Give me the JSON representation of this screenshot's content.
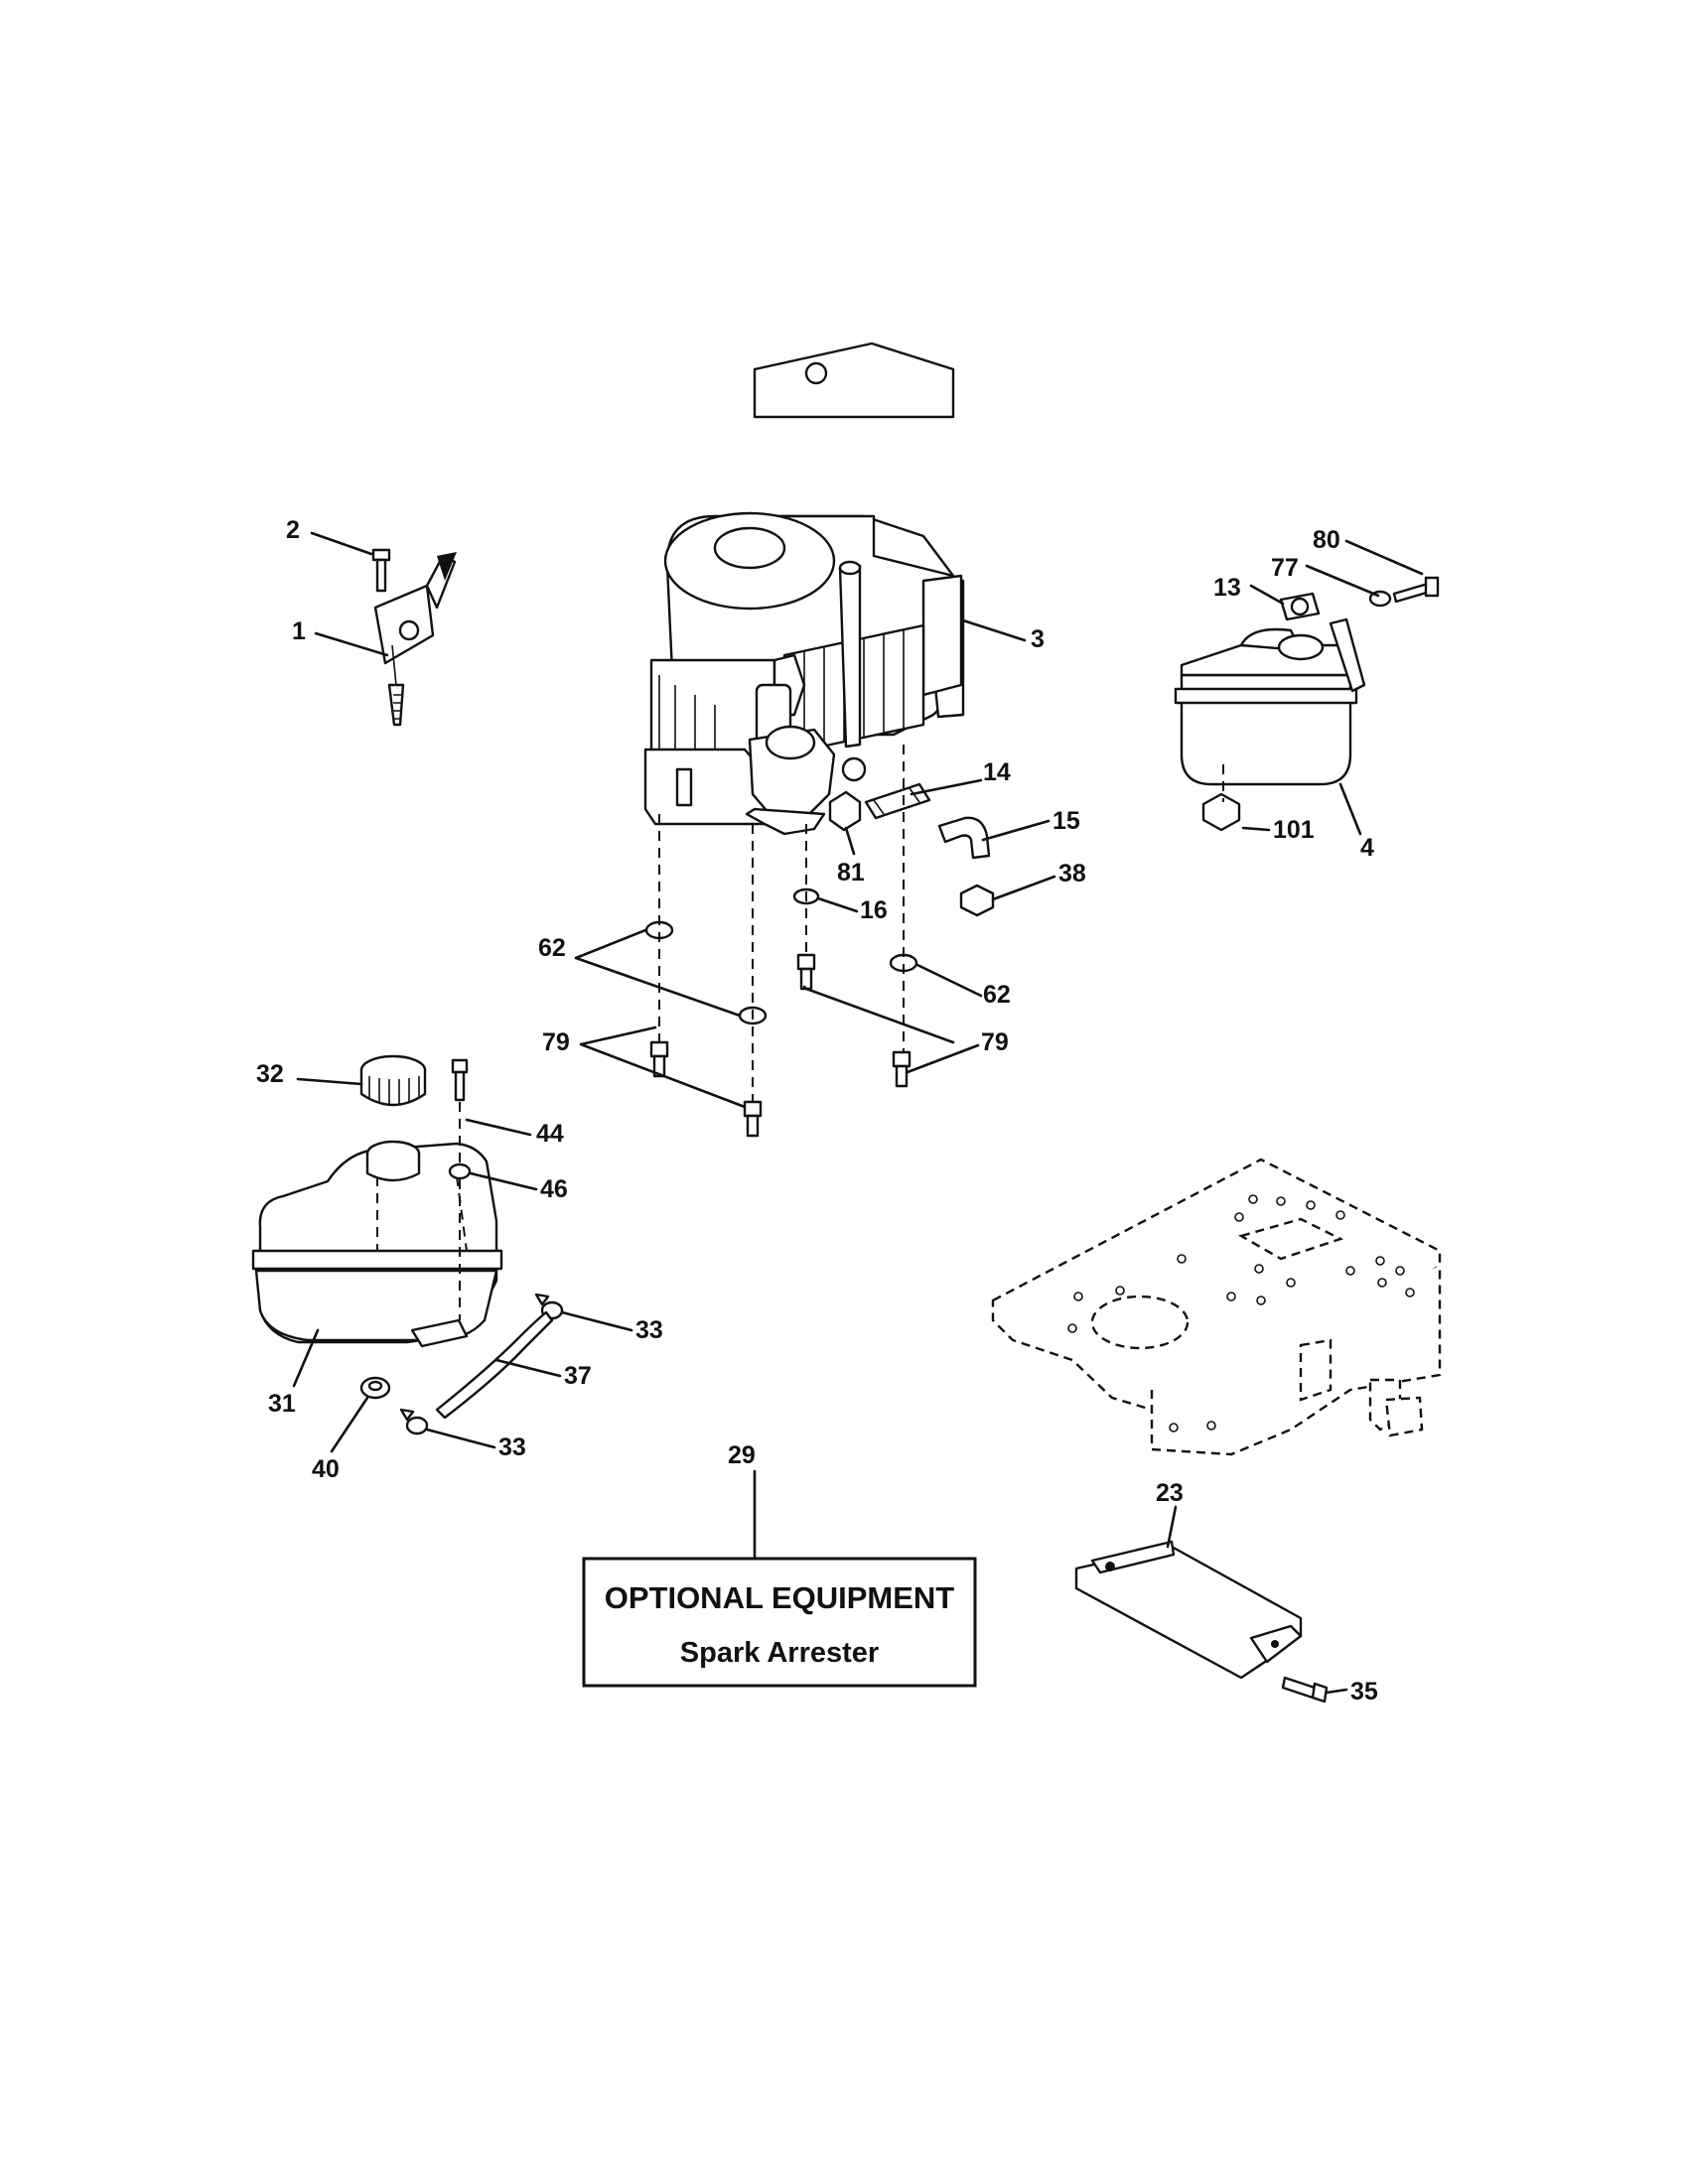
{
  "callouts": {
    "c1": "1",
    "c2": "2",
    "c3": "3",
    "c4": "4",
    "c13": "13",
    "c14": "14",
    "c15": "15",
    "c16": "16",
    "c23": "23",
    "c29": "29",
    "c31": "31",
    "c32": "32",
    "c33a": "33",
    "c33b": "33",
    "c35": "35",
    "c37": "37",
    "c38": "38",
    "c40": "40",
    "c44": "44",
    "c46": "46",
    "c62a": "62",
    "c62b": "62",
    "c77": "77",
    "c79a": "79",
    "c79b": "79",
    "c80": "80",
    "c81": "81",
    "c101": "101"
  },
  "optional_box": {
    "title": "OPTIONAL EQUIPMENT",
    "subtitle": "Spark Arrester"
  }
}
